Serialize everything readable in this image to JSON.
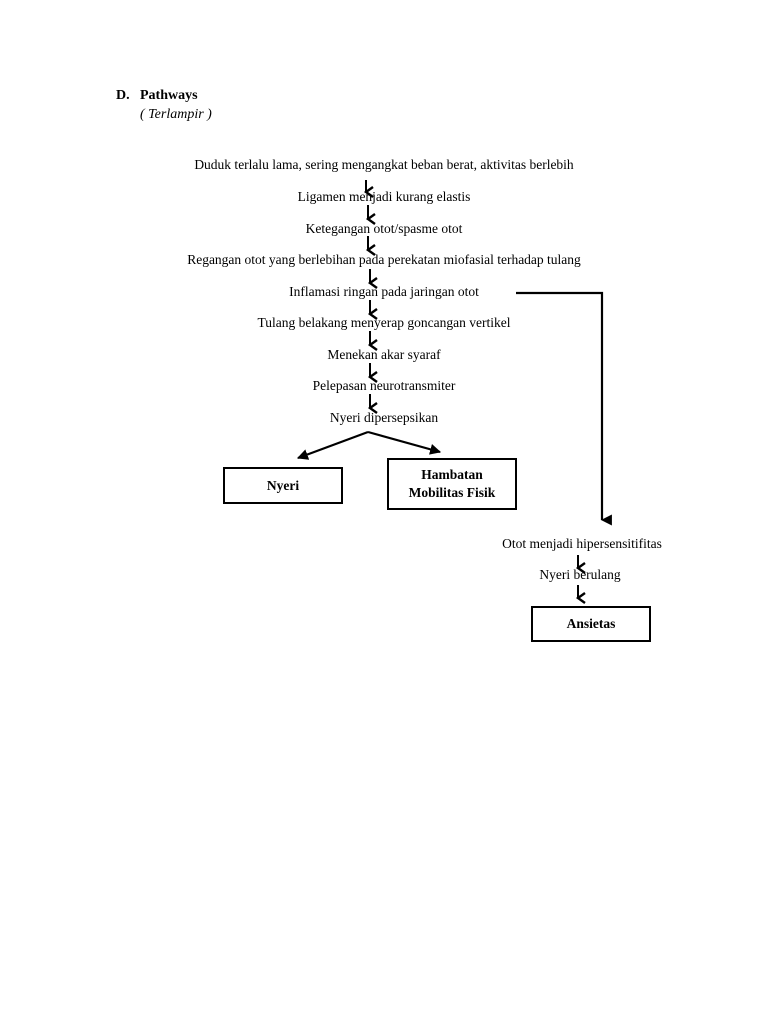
{
  "section": {
    "letter": "D.",
    "title": "Pathways",
    "subtitle": "( Terlampir )"
  },
  "flow": {
    "steps": [
      "Duduk terlalu lama, sering mengangkat beban berat, aktivitas berlebih",
      "Ligamen menjadi kurang elastis",
      "Ketegangan otot/spasme otot",
      "Regangan otot yang berlebihan pada perekatan miofasial terhadap tulang",
      "Inflamasi ringan pada jaringan otot",
      "Tulang belakang menyerap goncangan vertikel",
      "Menekan akar syaraf",
      "Pelepasan neurotransmiter",
      "Nyeri dipersepsikan"
    ],
    "branch_steps": [
      "Otot menjadi hipersensitifitas",
      "Nyeri berulang"
    ]
  },
  "boxes": {
    "nyeri": "Nyeri",
    "hambatan_line1": "Hambatan",
    "hambatan_line2": "Mobilitas Fisik",
    "ansietas": "Ansietas"
  }
}
